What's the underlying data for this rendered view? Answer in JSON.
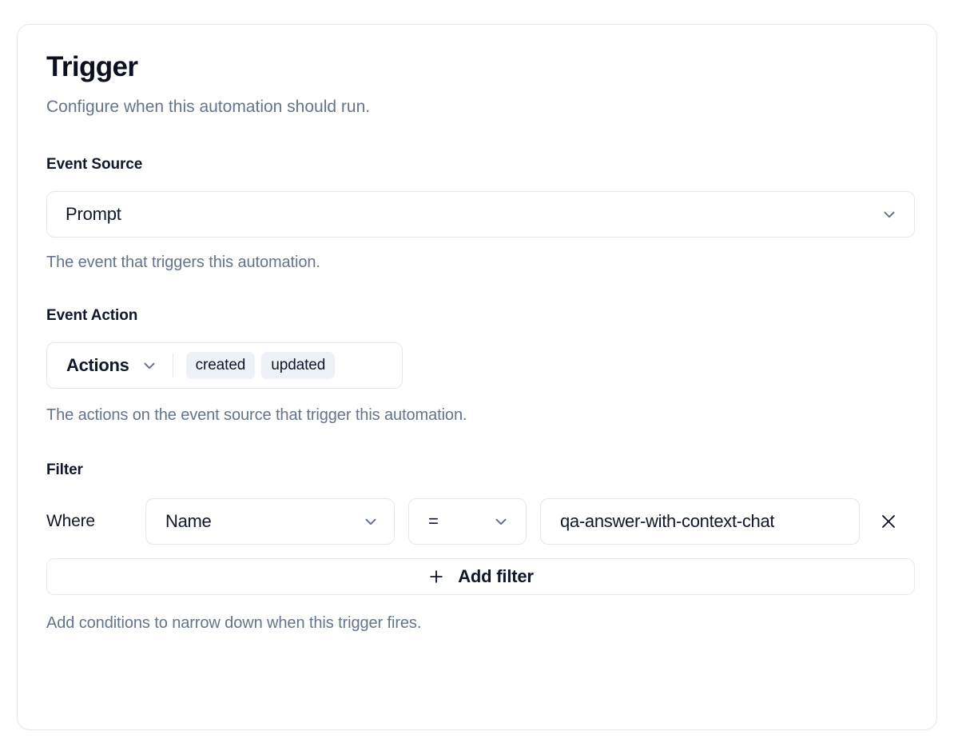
{
  "card": {
    "title": "Trigger",
    "subtitle": "Configure when this automation should run."
  },
  "event_source": {
    "label": "Event Source",
    "value": "Prompt",
    "help": "The event that triggers this automation.",
    "chevron_icon": "chevron-down-icon"
  },
  "event_action": {
    "label": "Event Action",
    "trigger_label": "Actions",
    "chips": [
      "created",
      "updated"
    ],
    "help": "The actions on the event source that trigger this automation.",
    "chevron_icon": "chevron-down-icon"
  },
  "filter": {
    "label": "Filter",
    "where_label": "Where",
    "field_value": "Name",
    "operator_value": "=",
    "value_text": "qa-answer-with-context-chat",
    "remove_icon": "close-icon",
    "add_filter_label": "Add filter",
    "add_filter_icon": "plus-icon",
    "help": "Add conditions to narrow down when this trigger fires."
  },
  "colors": {
    "page_background": "#ffffff",
    "card_background": "#ffffff",
    "border": "#e4e7ec",
    "text_primary": "#0f172a",
    "text_muted": "#64748b",
    "chip_background": "#eef1f7",
    "icon_muted": "#64748b"
  }
}
